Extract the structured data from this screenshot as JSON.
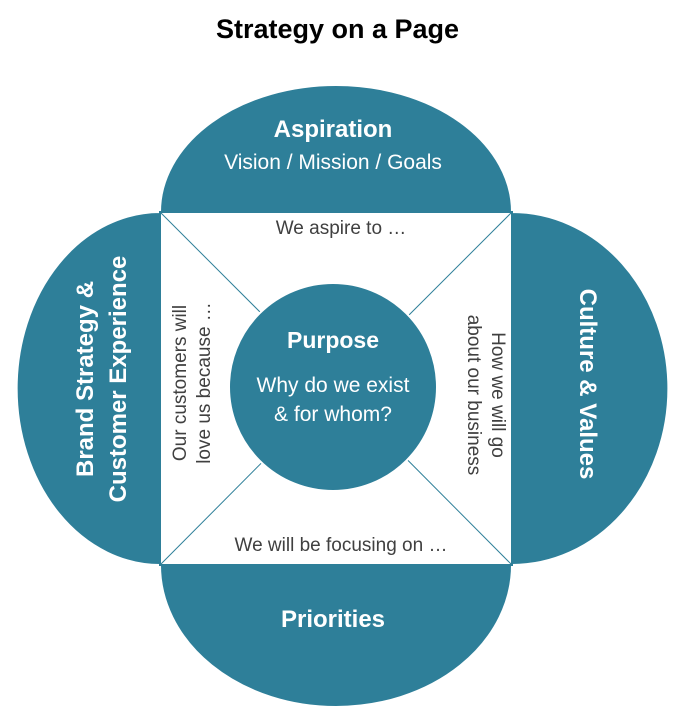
{
  "title": "Strategy on a Page",
  "colors": {
    "petal": "#2e7f99",
    "petal_border": "#ffffff",
    "center": "#2e7f99",
    "box_border": "#2e7f99",
    "text_light": "#ffffff",
    "text_dark": "#404040"
  },
  "top": {
    "heading": "Aspiration",
    "subheading": "Vision / Mission / Goals",
    "prompt": "We aspire to …"
  },
  "left": {
    "heading_line1": "Brand Strategy &",
    "heading_line2": "Customer Experience",
    "prompt_line1": "Our customers will",
    "prompt_line2": "love us because …"
  },
  "right": {
    "heading": "Culture & Values",
    "prompt_line1": "How we will go",
    "prompt_line2": "about our business"
  },
  "bottom": {
    "heading": "Priorities",
    "prompt": "We will be focusing on …"
  },
  "center": {
    "heading": "Purpose",
    "text_line1": "Why do we exist",
    "text_line2": "& for whom?"
  }
}
